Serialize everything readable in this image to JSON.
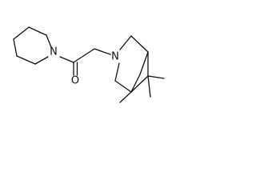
{
  "molecule": {
    "atoms": {
      "piperidine_nitrogen": "N",
      "carbonyl_oxygen": "O",
      "bicyclic_nitrogen": "N"
    }
  }
}
